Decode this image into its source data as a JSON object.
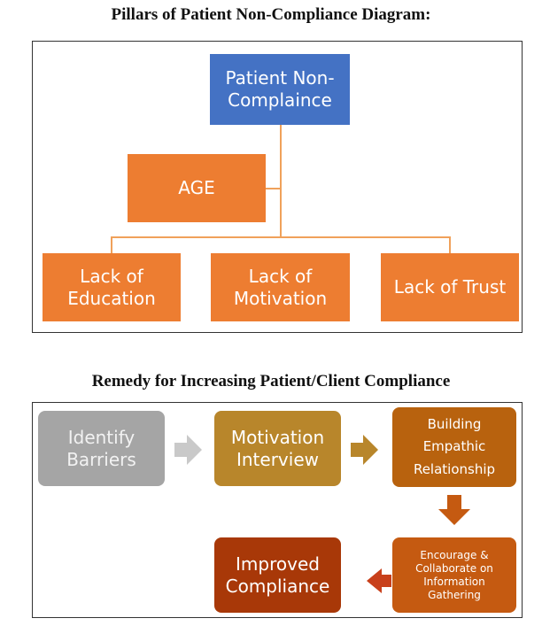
{
  "diagram1": {
    "title": "Pillars of Patient Non-Compliance Diagram:",
    "root": "Patient Non-\nComplaince",
    "age": "AGE",
    "leaves": [
      "Lack of\nEducation",
      "Lack of\nMotivation",
      "Lack of Trust"
    ]
  },
  "diagram2": {
    "title": "Remedy for Increasing Patient/Client Compliance",
    "steps": {
      "identify": "Identify\nBarriers",
      "motivation": "Motivation\nInterview",
      "building": "Building\nEmpathic\nRelationship",
      "encourage": "Encourage &\nCollaborate on\nInformation\nGathering",
      "improved": "Improved\nCompliance"
    }
  },
  "colors": {
    "root_blue": "#4472c4",
    "orange": "#ed7d31",
    "connector": "#f0a15a",
    "gray": "#a5a5a5",
    "gold": "#b8862b",
    "brown_orange": "#b8620e",
    "rust": "#c55a11",
    "deep_red": "#a83808"
  }
}
